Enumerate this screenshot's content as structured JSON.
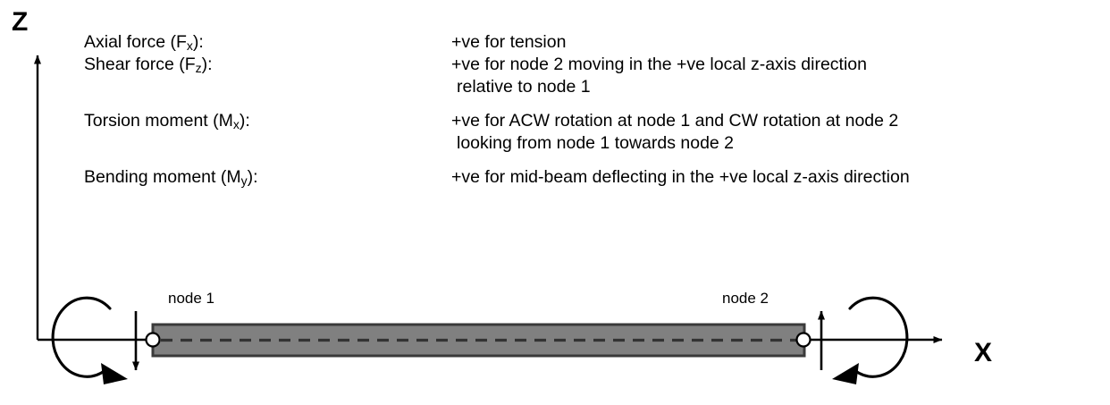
{
  "diagram": {
    "title_axes": {
      "z_axis_label": "Z",
      "x_axis_label": "X"
    },
    "sign_convention": [
      {
        "term": "Axial force (F",
        "term_sub": "x",
        "term_tail": "):",
        "lines": [
          "+ve for tension"
        ]
      },
      {
        "term": "Shear force (F",
        "term_sub": "z",
        "term_tail": "):",
        "lines": [
          "+ve for node 2 moving in the +ve local z-axis direction",
          "relative to node 1"
        ]
      },
      {
        "term": "Torsion moment (M",
        "term_sub": "x",
        "term_tail": "):",
        "lines": [
          "+ve for ACW rotation at node 1 and CW rotation at node 2",
          "looking from node 1 towards node 2"
        ]
      },
      {
        "term": "Bending moment (M",
        "term_sub": "y",
        "term_tail": "):",
        "lines": [
          "+ve for mid-beam deflecting in the +ve local z-axis direction"
        ]
      }
    ],
    "beam": {
      "node1_label": "node 1",
      "node2_label": "node 2",
      "fill_color": "#808080",
      "border_color": "#3a3a3a",
      "centerline_color": "#333333",
      "node_marker_color": "#ffffff"
    },
    "colors": {
      "stroke": "#000000",
      "text": "#000000",
      "background": "#ffffff"
    }
  }
}
